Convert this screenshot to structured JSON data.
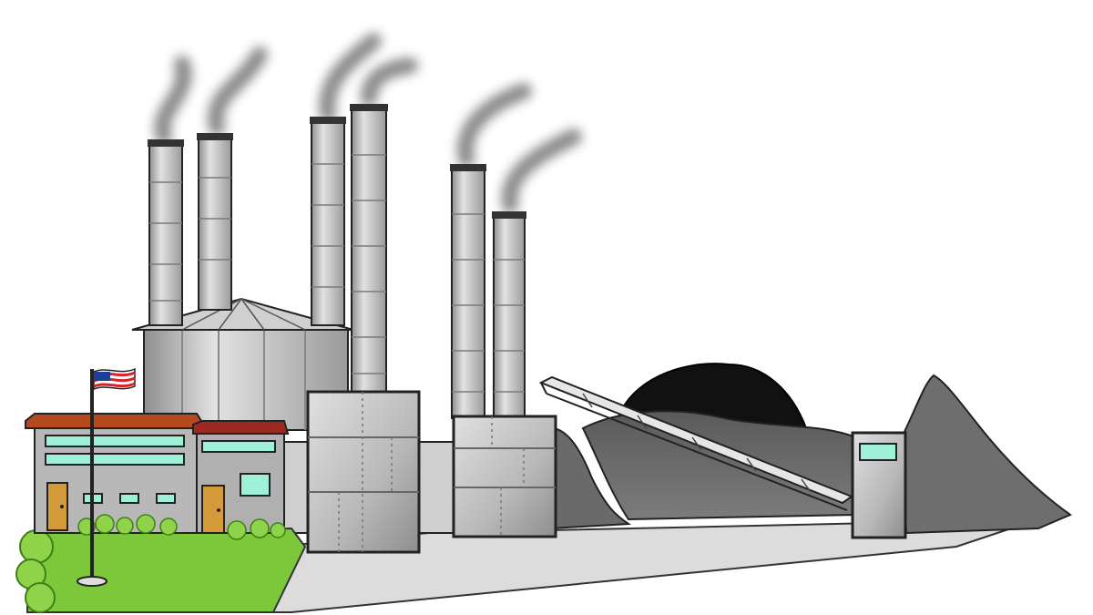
{
  "scene": {
    "background": "#ffffff",
    "colors": {
      "outline": "#1a1a1a",
      "metal_light": "#d9d9d9",
      "metal_mid": "#b3b3b3",
      "metal_dark": "#8c8c8c",
      "smoke": "#8a8a8a",
      "coal_black": "#111111",
      "coal_gray": "#6e6e6e",
      "ground": "#dedede",
      "grass": "#7cc83a",
      "grass_dark": "#4f9a20",
      "roof": "#b54a1e",
      "window": "#9ff0d8",
      "door": "#d49a3a",
      "flag_red": "#d8232a",
      "flag_blue": "#1d3f9a"
    },
    "objects": [
      "smokestack",
      "smoke-plume",
      "dome-silo",
      "office-building",
      "flagpole",
      "american-flag",
      "boiler-house",
      "conveyor-belt",
      "coal-pile",
      "control-booth",
      "grass-lawn",
      "shrub"
    ]
  }
}
